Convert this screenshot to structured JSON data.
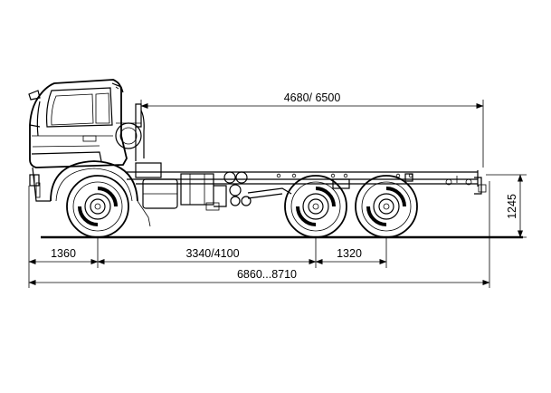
{
  "dimensions": {
    "frame_length": "4680/ 6500",
    "front_overhang": "1360",
    "wheelbase": "3340/4100",
    "rear_axle_spacing": "1320",
    "overall_length": "6860...8710",
    "frame_height": "1245"
  },
  "colors": {
    "line": "#000000",
    "background": "#ffffff"
  }
}
